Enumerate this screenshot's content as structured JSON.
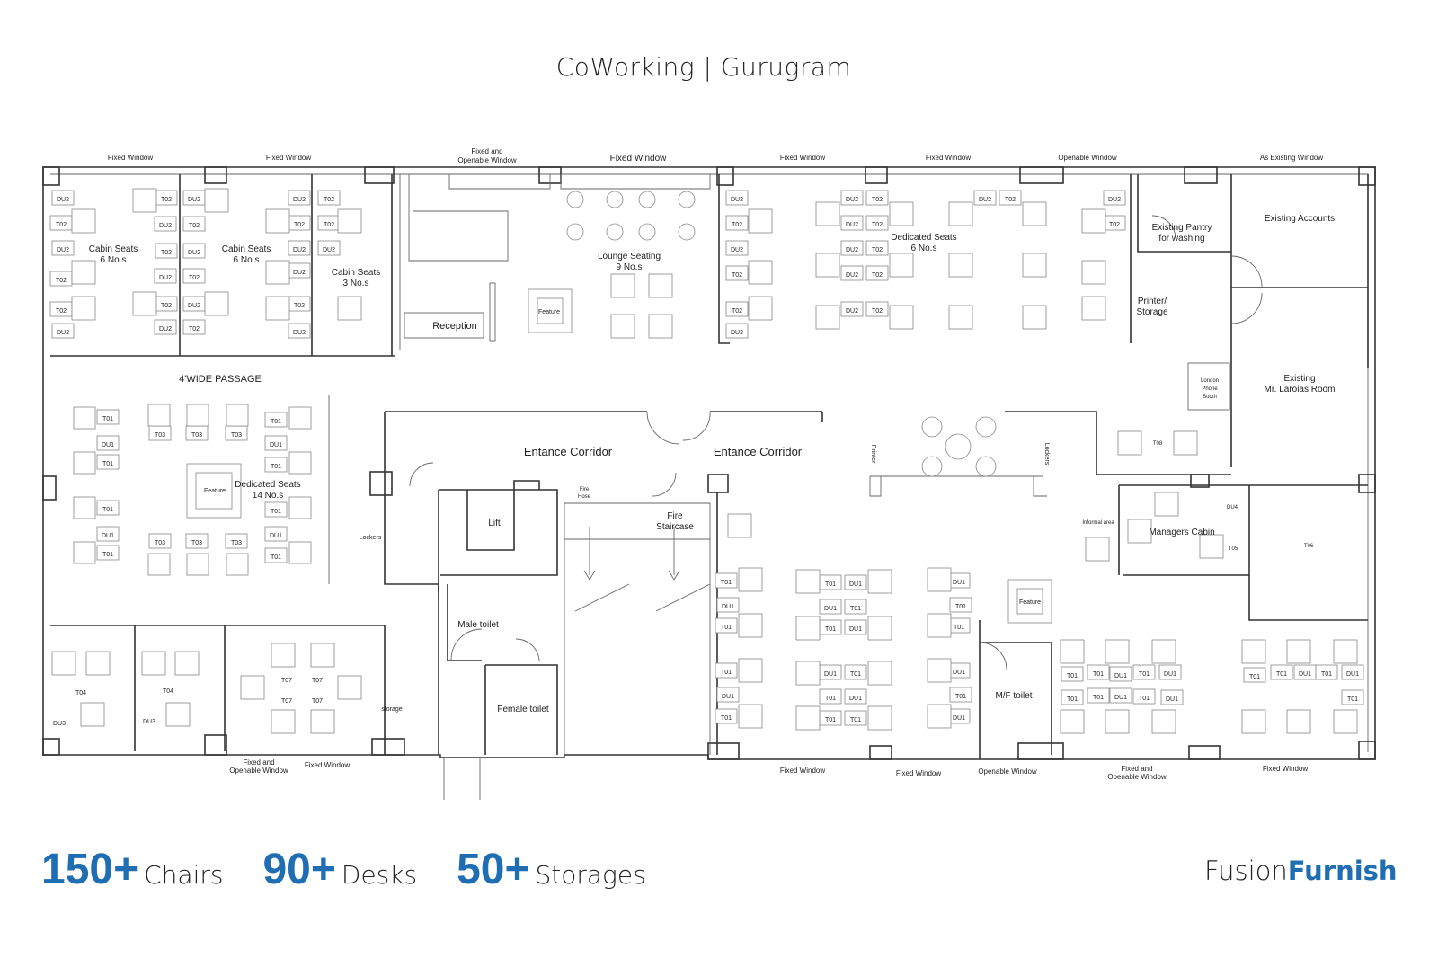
{
  "title": "CoWorking |  Gurugram",
  "stats": [
    {
      "value": "150+",
      "label": "Chairs"
    },
    {
      "value": "90+",
      "label": "Desks"
    },
    {
      "value": "50+",
      "label": "Storages"
    }
  ],
  "logo": {
    "part1": "Fusion",
    "part2": "Furnish"
  },
  "colors": {
    "accent": "#1f6db3",
    "text": "#222222",
    "lines": "#333333"
  },
  "windows": {
    "top": [
      "Fixed Window",
      "Fixed Window",
      "Fixed and",
      "Openable Window",
      "Fixed Window",
      "Fixed Window",
      "Fixed Window",
      "Openable Window",
      "As Existing Window"
    ],
    "bottom": [
      "Fixed and",
      "Openable Window",
      "Fixed Window",
      "Fixed Window",
      "Fixed Window",
      "Openable Window",
      "Fixed and",
      "Openable Window",
      "Fixed Window"
    ]
  },
  "rooms": [
    "Cabin Seats",
    "6 No.s",
    "Cabin Seats",
    "6 No.s",
    "Cabin Seats",
    "3 No.s",
    "Reception",
    "Feature",
    "Lounge Seating",
    "9 No.s",
    "Dedicated Seats",
    "6 No.s",
    "Existing Pantry",
    "for washing",
    "Existing Accounts",
    "Printer/",
    "Storage",
    "London",
    "Phone",
    "Booth",
    "Existing",
    "Mr. Laroias Room",
    "4'WIDE  PASSAGE",
    "Entance Corridor",
    "Entance Corridor",
    "Dedicated Seats",
    "14 No.s",
    "Feature",
    "Lift",
    "Fire",
    "Hose",
    "Fire",
    "Staircase",
    "Lockers",
    "Male toilet",
    "Female toilet",
    "storage",
    "Printer",
    "Lockers",
    "Informal area",
    "Managers Cabin",
    "T05",
    "DU4",
    "T06",
    "T08",
    "Feature",
    "M/F toilet",
    "T04",
    "T04",
    "DU3",
    "DU3",
    "T07",
    "T07",
    "T07",
    "T07"
  ],
  "tags": {
    "cabins": [
      "DU2",
      "T02",
      "DU2",
      "T02",
      "T02",
      "DU2",
      "T02",
      "DU2",
      "T02",
      "DU2",
      "T02",
      "DU2",
      "DU2",
      "T02",
      "DU2",
      "T02",
      "DU2",
      "T02",
      "DU2",
      "T02",
      "DU2",
      "DU2",
      "T02",
      "DU2",
      "T02",
      "T02",
      "DU2"
    ],
    "dedicated6": [
      "DU2",
      "T02",
      "DU2",
      "T02",
      "T02",
      "DU2",
      "DU2",
      "T02",
      "DU2",
      "T02",
      "DU2",
      "T02",
      "DU2",
      "T02",
      "DU2",
      "T02",
      "DU2",
      "T02",
      "DU2",
      "T02"
    ],
    "dedicated14": [
      "T01",
      "DU1",
      "T01",
      "T01",
      "DU1",
      "T01",
      "T01",
      "DU1",
      "T01",
      "T01",
      "DU1",
      "T01",
      "T03",
      "T03",
      "T03",
      "T03",
      "T03",
      "T03"
    ],
    "open_right": [
      "T01",
      "DU1",
      "T01",
      "T01",
      "DU1",
      "T01",
      "T01",
      "DU1",
      "DU1",
      "T01",
      "T01",
      "DU1",
      "DU1",
      "T01",
      "T01",
      "DU1",
      "T01",
      "T01",
      "DU1",
      "T01",
      "T01",
      "DU1",
      "T01",
      "DU1",
      "T01",
      "T01",
      "DU1",
      "T01",
      "DU1",
      "T01",
      "T01",
      "DU1",
      "T01",
      "DU1",
      "T01",
      "T01",
      "DU1",
      "T01",
      "DU1",
      "T01"
    ]
  }
}
